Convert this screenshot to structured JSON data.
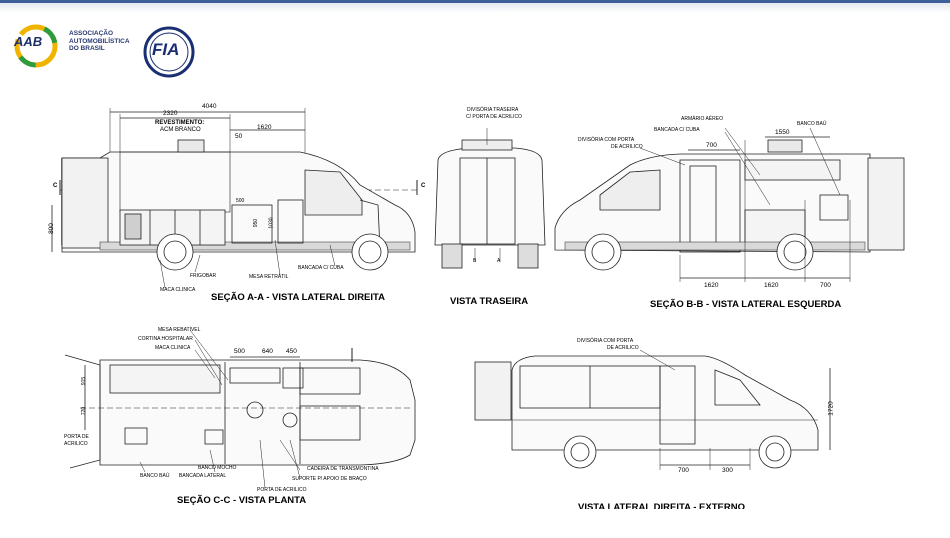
{
  "logos": {
    "aab_mark": "AAB",
    "aab_name": "ASSOCIAÇÃO AUTOMOBILÍSTICA DO BRASIL",
    "fia_mark": "FIA"
  },
  "views": {
    "section_aa": {
      "title": "SEÇÃO A-A - VISTA LATERAL DIREITA",
      "dims": {
        "overall": "4040",
        "inner": "2320",
        "right": "1620",
        "small": "50",
        "height": "800",
        "d500": "500",
        "d950": "950",
        "d1030": "1030"
      },
      "labels": {
        "revestimento": "REVESTIMENTO:",
        "acm": "ACM BRANCO",
        "frigobar": "FRIGOBAR",
        "maca": "MACA CLINICA",
        "mesa": "MESA RETRÁTIL",
        "bancada": "BANCADA C/ CUBA",
        "cut_c": "C"
      }
    },
    "rear": {
      "title": "VISTA TRASEIRA",
      "labels": {
        "divisoria": "DIVISÓRIA TRASEIRA",
        "porta": "C/ PORTA DE ACRILICO",
        "b": "B",
        "a": "A"
      }
    },
    "section_bb": {
      "title": "SEÇÃO B-B - VISTA LATERAL ESQUERDA",
      "dims": {
        "d700": "700",
        "d1550": "1550",
        "d1620a": "1620",
        "d1620b": "1620",
        "d700b": "700"
      },
      "labels": {
        "armario": "ARMÁRIO AÉREO",
        "bancada": "BANCADA C/ CUBA",
        "banco": "BANCO BAÚ",
        "divisoria": "DIVISÓRIA COM PORTA",
        "acrilico": "DE ACRILICO"
      }
    },
    "section_cc": {
      "title": "SEÇÃO C-C - VISTA PLANTA",
      "dims": {
        "d500": "500",
        "d640": "640",
        "d450": "450",
        "d915": "915",
        "d720": "720"
      },
      "labels": {
        "mesa_retratil": "MESA REBATÍVEL",
        "cortina": "CORTINA HOSPITALAR",
        "maca": "MACA CLINICA",
        "porta": "PORTA DE",
        "acrilico": "ACRILICO",
        "banco_bau": "BANCO BAÚ",
        "bancada_lateral": "BANCADA LATERAL",
        "banco_mocho": "BANCO MOCHO",
        "porta_acrilico": "PORTA DE ACRILICO",
        "cadeira": "CADEIRA DE TRANSMONTINA",
        "suporte": "SUPORTE P/ APOIO DE BRAÇO"
      }
    },
    "external": {
      "title": "VISTA LATERAL DIREITA - EXTERNO",
      "dims": {
        "d700": "700",
        "d300": "300",
        "d1720": "1720"
      },
      "labels": {
        "divisoria": "DIVISÓRIA COM PORTA",
        "acrilico": "DE ACRILICO"
      }
    }
  }
}
